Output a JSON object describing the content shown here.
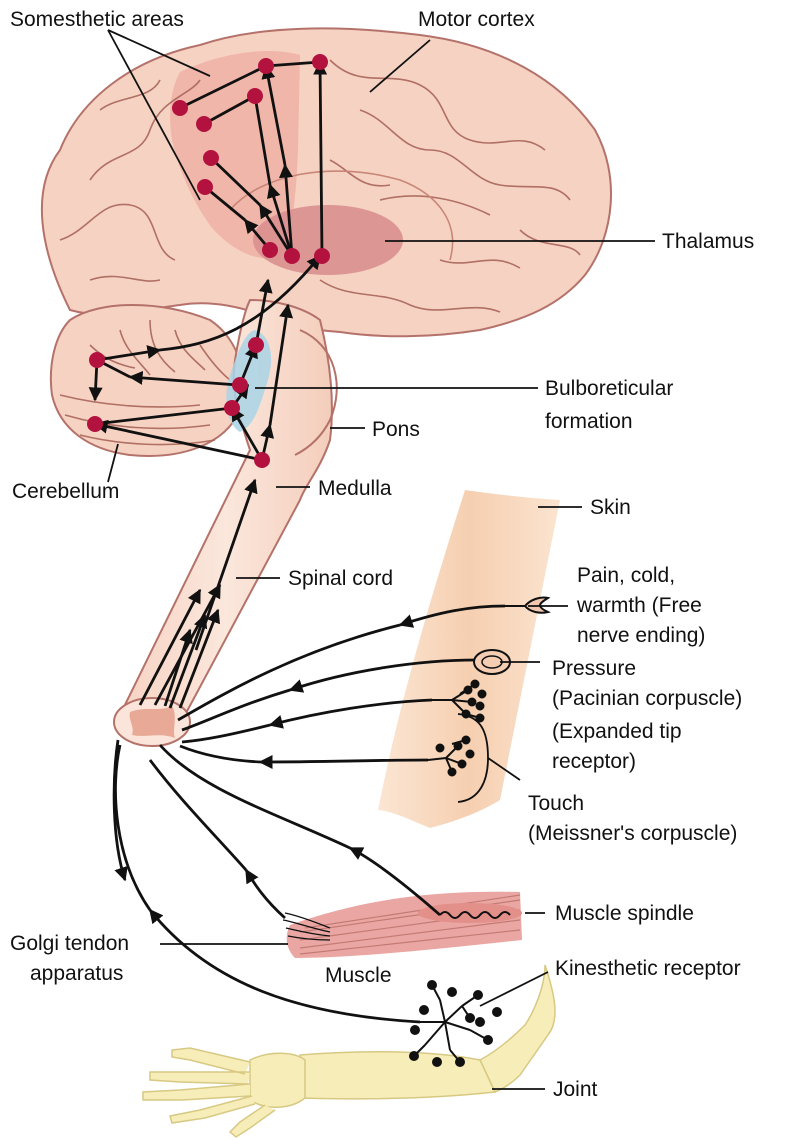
{
  "labels": {
    "somesthetic_areas": "Somesthetic areas",
    "motor_cortex": "Motor cortex",
    "thalamus": "Thalamus",
    "bulboreticular_1": "Bulboreticular",
    "bulboreticular_2": "formation",
    "pons": "Pons",
    "cerebellum": "Cerebellum",
    "medulla": "Medulla",
    "skin": "Skin",
    "spinal_cord": "Spinal cord",
    "pain_1": "Pain, cold,",
    "pain_2": "warmth (Free",
    "pain_3": "nerve ending)",
    "pressure_1": "Pressure",
    "pressure_2": "(Pacinian corpuscle)",
    "expanded_1": "(Expanded tip",
    "expanded_2": "receptor)",
    "touch_1": "Touch",
    "touch_2": "(Meissner's corpuscle)",
    "muscle_spindle": "Muscle spindle",
    "golgi_1": "Golgi tendon",
    "golgi_2": "apparatus",
    "muscle": "Muscle",
    "kinesthetic": "Kinesthetic receptor",
    "joint": "Joint"
  },
  "colors": {
    "brain_fill": "#f6d2c3",
    "brain_outline": "#b4726a",
    "somesthetic_fill": "#efb3a7",
    "thalamus_fill": "#d98f8f",
    "node": "#b3123f",
    "reticular_fill": "#a9d3e6",
    "spinal_fill": "#f8ddcf",
    "skin_fill": "#f8d8bd",
    "muscle_fill": "#eaa6a2",
    "bone_fill": "#f6edb8"
  }
}
